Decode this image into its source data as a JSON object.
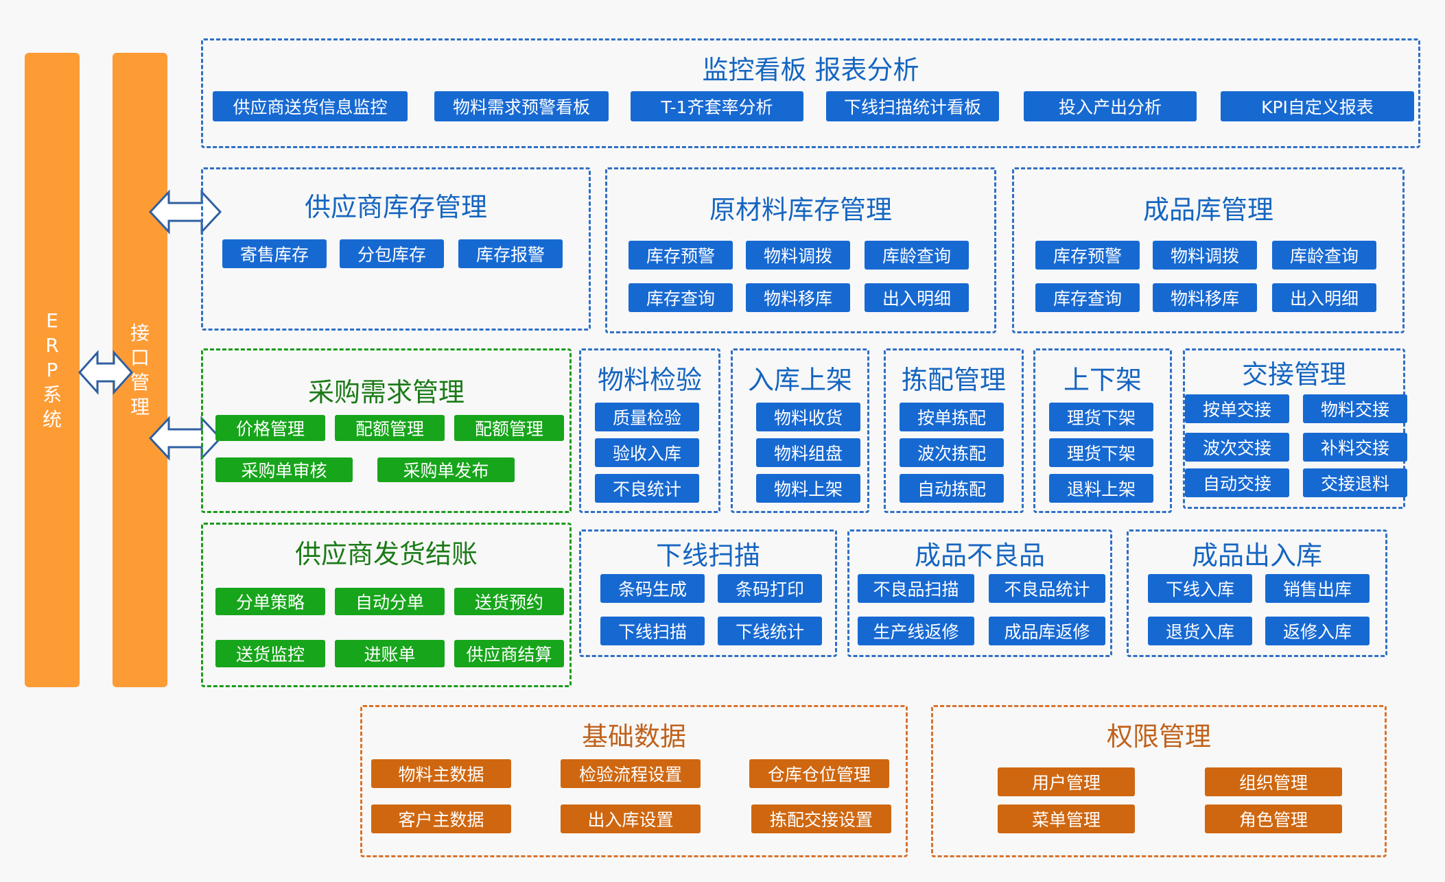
{
  "sidebars": {
    "erp": "ERP系统",
    "interface": "接口管理"
  },
  "sections": {
    "monitor": {
      "title": "监控看板 报表分析",
      "buttons": [
        "供应商送货信息监控",
        "物料需求预警看板",
        "T-1齐套率分析",
        "下线扫描统计看板",
        "投入产出分析",
        "KPI自定义报表"
      ]
    },
    "supplier_inventory": {
      "title": "供应商库存管理",
      "buttons": [
        "寄售库存",
        "分包库存",
        "库存报警"
      ]
    },
    "raw_inventory": {
      "title": "原材料库存管理",
      "buttons": [
        "库存预警",
        "物料调拨",
        "库龄查询",
        "库存查询",
        "物料移库",
        "出入明细"
      ]
    },
    "finished_inventory": {
      "title": "成品库管理",
      "buttons": [
        "库存预警",
        "物料调拨",
        "库龄查询",
        "库存查询",
        "物料移库",
        "出入明细"
      ]
    },
    "purchase_demand": {
      "title": "采购需求管理",
      "buttons": [
        "价格管理",
        "配额管理",
        "配额管理",
        "采购单审核",
        "采购单发布"
      ]
    },
    "material_inspection": {
      "title": "物料检验",
      "buttons": [
        "质量检验",
        "验收入库",
        "不良统计"
      ]
    },
    "inbound_shelving": {
      "title": "入库上架",
      "buttons": [
        "物料收货",
        "物料组盘",
        "物料上架"
      ]
    },
    "picking": {
      "title": "拣配管理",
      "buttons": [
        "按单拣配",
        "波次拣配",
        "自动拣配"
      ]
    },
    "shelving": {
      "title": "上下架",
      "buttons": [
        "理货下架",
        "理货下架",
        "退料上架"
      ]
    },
    "handover": {
      "title": "交接管理",
      "buttons": [
        "按单交接",
        "物料交接",
        "波次交接",
        "补料交接",
        "自动交接",
        "交接退料"
      ]
    },
    "supplier_settlement": {
      "title": "供应商发货结账",
      "buttons": [
        "分单策略",
        "自动分单",
        "送货预约",
        "送货监控",
        "进账单",
        "供应商结算"
      ]
    },
    "offline_scan": {
      "title": "下线扫描",
      "buttons": [
        "条码生成",
        "条码打印",
        "下线扫描",
        "下线统计"
      ]
    },
    "defective": {
      "title": "成品不良品",
      "buttons": [
        "不良品扫描",
        "不良品统计",
        "生产线返修",
        "成品库返修"
      ]
    },
    "finished_io": {
      "title": "成品出入库",
      "buttons": [
        "下线入库",
        "销售出库",
        "退货入库",
        "返修入库"
      ]
    },
    "base_data": {
      "title": "基础数据",
      "buttons": [
        "物料主数据",
        "检验流程设置",
        "仓库仓位管理",
        "客户主数据",
        "出入库设置",
        "拣配交接设置"
      ]
    },
    "permissions": {
      "title": "权限管理",
      "buttons": [
        "用户管理",
        "组织管理",
        "菜单管理",
        "角色管理"
      ]
    }
  },
  "colors": {
    "sidebar": "#fd9b35",
    "blue": "#1769d2",
    "green": "#17a51b",
    "orange": "#cf6710"
  }
}
